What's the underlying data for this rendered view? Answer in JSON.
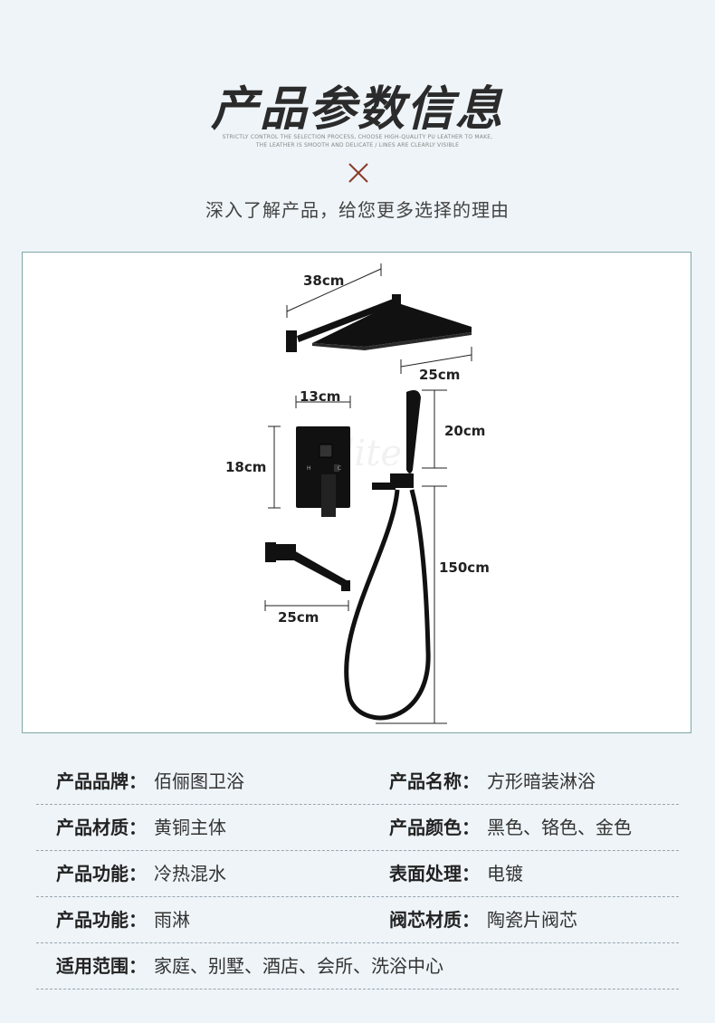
{
  "header": {
    "title": "产品参数信息",
    "subtitle_en_line1": "STRICTLY CONTROL THE SELECTION PROCESS, CHOOSE HIGH-QUALITY PU LEATHER TO MAKE,",
    "subtitle_en_line2": "THE LEATHER IS SMOOTH AND DELICATE / LINES ARE CLEARLY VISIBLE",
    "divider_icon": "x-mark-icon",
    "tagline": "深入了解产品，给您更多选择的理由"
  },
  "figure": {
    "dimensions": {
      "arm_length": "38cm",
      "head_width": "25cm",
      "panel_width": "13cm",
      "panel_height": "18cm",
      "handheld_length": "20cm",
      "hose_length": "150cm",
      "spout_length": "25cm"
    },
    "colors": {
      "product": "#111111",
      "frame_border": "#7fa6a6",
      "accent_x": "#8a3b2a"
    }
  },
  "specs": {
    "rows": [
      {
        "left": {
          "label": "产品品牌：",
          "value": "佰俪图卫浴"
        },
        "right": {
          "label": "产品名称：",
          "value": "方形暗装淋浴"
        }
      },
      {
        "left": {
          "label": "产品材质：",
          "value": "黄铜主体"
        },
        "right": {
          "label": "产品颜色：",
          "value": "黑色、铬色、金色"
        }
      },
      {
        "left": {
          "label": "产品功能：",
          "value": "冷热混水"
        },
        "right": {
          "label": "表面处理：",
          "value": "电镀"
        }
      },
      {
        "left": {
          "label": "产品功能：",
          "value": "雨淋"
        },
        "right": {
          "label": "阀芯材质：",
          "value": "陶瓷片阀芯"
        }
      },
      {
        "left": {
          "label": "适用范围：",
          "value": "家庭、别墅、酒店、会所、洗浴中心"
        }
      }
    ]
  }
}
